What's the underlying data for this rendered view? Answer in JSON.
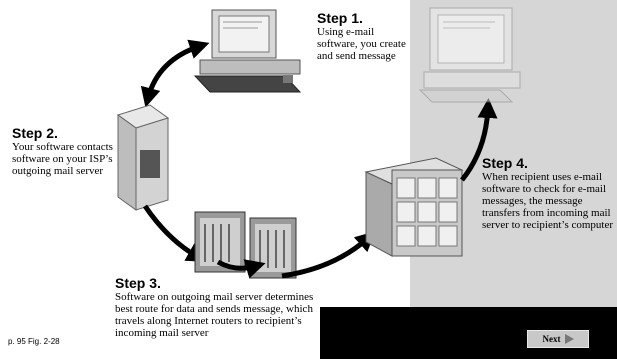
{
  "step1": {
    "title": "Step 1.",
    "text": "Using e-mail software, you create and send message"
  },
  "step2": {
    "title": "Step 2.",
    "text": "Your software contacts software on your ISP’s outgoing mail server"
  },
  "step3": {
    "title": "Step 3.",
    "text": "Software on outgoing mail server determines best route for data and sends message, which travels along Internet routers to recipient’s incoming mail server"
  },
  "step4": {
    "title": "Step 4.",
    "text": "When recipient uses e-mail software to check for e-mail messages, the message transfers from incoming mail server to recipient’s computer"
  },
  "caption": "p. 95 Fig. 2-28",
  "next_button": {
    "label": "Next",
    "icon": "play-triangle-icon"
  },
  "colors": {
    "panel": "#d6d6d6",
    "bar": "#000000",
    "arrow": "#000000"
  }
}
